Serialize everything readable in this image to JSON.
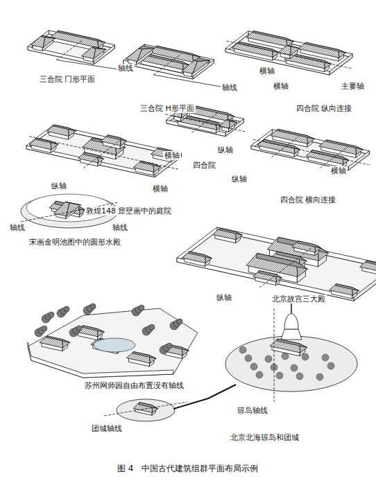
{
  "diagram": {
    "caption": "图 4　中国古代建筑组群平面布局示例",
    "labels": [
      "三合院 冂形平面",
      "轴线",
      "三合院 H形平面",
      "轴线",
      "横轴",
      "横轴",
      "四合院 纵向连接",
      "主要轴",
      "横轴",
      "纵轴",
      "四合院",
      "纵轴",
      "横轴",
      "四合院 横向连接",
      "纵轴",
      "横轴",
      "敦煌148 窟壁画中的庭院",
      "轴线",
      "轴线",
      "宋画金明池图中的圆形水殿",
      "纵轴",
      "北京故宫三大殿",
      "苏州网师园自由布置没有轴线",
      "琼岛轴线",
      "团城轴线",
      "北京北海琼岛和团城"
    ]
  }
}
